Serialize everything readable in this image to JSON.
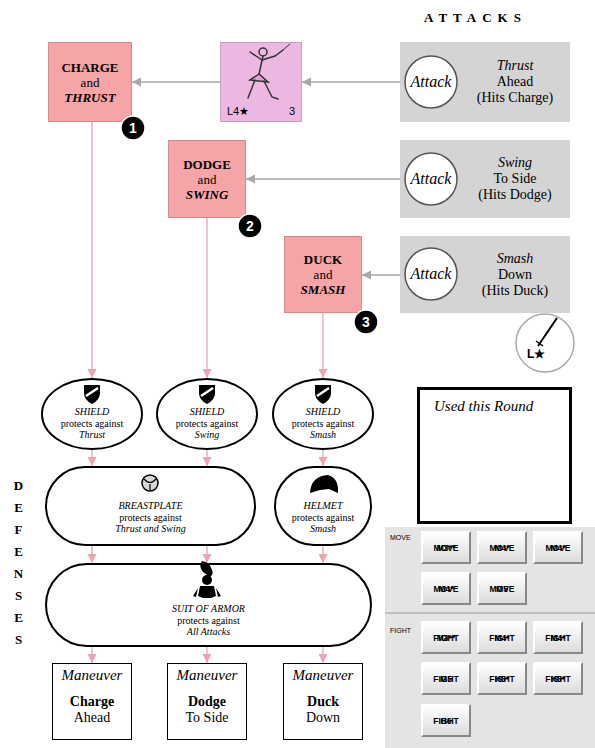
{
  "diagram": {
    "nodes": [
      {
        "text": [
          "CHARGE",
          "and",
          "THRUST"
        ]
      },
      {
        "text": [
          "L4★",
          "3"
        ]
      },
      {
        "text": [
          "Thrust",
          "Ahead",
          "(Hits Charge)"
        ]
      },
      {
        "text": [
          "Attack"
        ],
        "in": 2
      },
      {
        "text": [
          "DODGE",
          "and",
          "SWING"
        ]
      },
      {
        "text": [
          "Swing",
          "To Side",
          "(Hits Dodge)"
        ]
      },
      {
        "text": [
          "Attack"
        ],
        "in": 5
      },
      {
        "text": [
          "DUCK",
          "and",
          "SMASH"
        ]
      },
      {
        "text": [
          "Smash",
          "Down",
          "(Hits Duck)"
        ]
      },
      {
        "text": [
          "Attack"
        ],
        "in": 8
      },
      {
        "text": [
          "L★"
        ]
      },
      {
        "text": [
          "SHIELD",
          "protects against",
          "Thrust"
        ]
      },
      {
        "text": [
          "SHIELD",
          "protects against",
          "Swing"
        ]
      },
      {
        "text": [
          "SHIELD",
          "protects against",
          "Smash"
        ]
      },
      {
        "text": [
          "BREASTPLATE",
          "protects against",
          "Thrust and Swing"
        ]
      },
      {
        "text": [
          "HELMET",
          "protects against",
          "Smash"
        ]
      },
      {
        "text": [
          "SUIT OF ARMOR",
          "protects against",
          "All Attacks"
        ]
      },
      {
        "text": [
          "Maneuver",
          "Charge",
          "Ahead"
        ]
      },
      {
        "text": [
          "Maneuver",
          "Dodge",
          "To Side"
        ]
      },
      {
        "text": [
          "Maneuver",
          "Duck",
          "Down"
        ]
      },
      {
        "text": [
          "Used this Round"
        ]
      },
      {
        "text": [
          "MOVE",
          "FIGHT"
        ]
      },
      {
        "text": [
          "MOVE",
          "M3**"
        ],
        "in": 21
      },
      {
        "text": [
          "MOVE",
          "M4*"
        ],
        "in": 21
      },
      {
        "text": [
          "MOVE",
          "M4*"
        ],
        "in": 21
      },
      {
        "text": [
          "MOVE",
          "M4*"
        ],
        "in": 21
      },
      {
        "text": [
          "MOVE",
          "M5"
        ],
        "in": 21
      },
      {
        "text": [
          "FIGHT",
          "M3**"
        ],
        "in": 21
      },
      {
        "text": [
          "FIGHT",
          "M4*"
        ],
        "in": 21
      },
      {
        "text": [
          "FIGHT",
          "M4*"
        ],
        "in": 21
      },
      {
        "text": [
          "FIGHT",
          "M5"
        ],
        "in": 21
      },
      {
        "text": [
          "FIGHT",
          "H5*"
        ],
        "in": 21
      },
      {
        "text": [
          "FIGHT",
          "H5*"
        ],
        "in": 21
      },
      {
        "text": [
          "FIGHT",
          "H6"
        ],
        "in": 21
      }
    ],
    "edges": [
      {
        "from": 2,
        "to": 1,
        "arrow": "to"
      },
      {
        "from": 1,
        "to": 0,
        "arrow": "to"
      },
      {
        "from": 5,
        "to": 4,
        "arrow": "to"
      },
      {
        "from": 8,
        "to": 7,
        "arrow": "to"
      },
      {
        "from": 0,
        "to": 11,
        "arrow": "to"
      },
      {
        "from": 4,
        "to": 12,
        "arrow": "to"
      },
      {
        "from": 7,
        "to": 13,
        "arrow": "to"
      },
      {
        "from": 11,
        "to": 14,
        "arrow": "to"
      },
      {
        "from": 12,
        "to": 14,
        "arrow": "to"
      },
      {
        "from": 13,
        "to": 15,
        "arrow": "to"
      },
      {
        "from": 14,
        "to": 16,
        "arrow": "to"
      },
      {
        "from": 14,
        "to": 16,
        "arrow": "to"
      },
      {
        "from": 15,
        "to": 16,
        "arrow": "to"
      },
      {
        "from": 16,
        "to": 17,
        "arrow": "to"
      },
      {
        "from": 16,
        "to": 18,
        "arrow": "to"
      },
      {
        "from": 16,
        "to": 19,
        "arrow": "to"
      }
    ],
    "labels": [
      "ATTACKS",
      "DEFENSES",
      "1",
      "2",
      "3"
    ]
  }
}
